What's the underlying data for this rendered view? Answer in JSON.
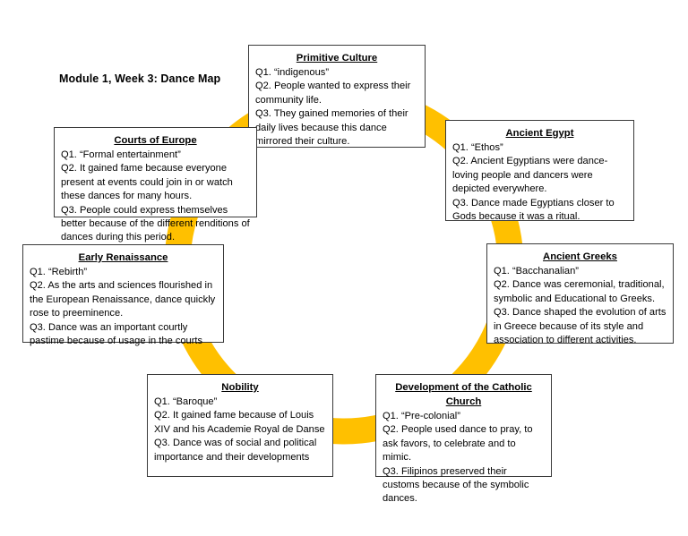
{
  "document": {
    "title": "Module 1, Week 3: Dance Map"
  },
  "diagram": {
    "type": "cycle-diagram",
    "ring_color": "#FFC000",
    "box_fill": "#FFFFFF",
    "box_border_color": "#3A3A3A",
    "text_color": "#000000",
    "node_count": 7,
    "nodes": [
      {
        "id": "primitive-culture",
        "title": "Primitive Culture",
        "body": "Q1. “indigenous”\nQ2. People wanted to express their community life.\nQ3. They gained memories of their daily lives because this dance mirrored their culture."
      },
      {
        "id": "ancient-egypt",
        "title": "Ancient Egypt",
        "body": "Q1.  “Ethos”\nQ2. Ancient Egyptians were dance-loving people and dancers were depicted everywhere.\nQ3. Dance made Egyptians closer to Gods because it was a ritual."
      },
      {
        "id": "ancient-greeks",
        "title": "Ancient Greeks",
        "body": "Q1. “Bacchanalian”\nQ2. Dance was ceremonial, traditional, symbolic and Educational to Greeks.\nQ3. Dance shaped the evolution of arts in Greece because of its style and association to different activities."
      },
      {
        "id": "catholic-church",
        "title": "Development of the Catholic Church",
        "body": "Q1. “Pre-colonial”\nQ2. People used dance to pray, to ask favors, to celebrate and to mimic.\nQ3. Filipinos preserved their customs because of the symbolic dances."
      },
      {
        "id": "nobility",
        "title": "Nobility",
        "body": "Q1. “Baroque”\nQ2. It gained fame because of Louis XIV and his Academie Royal de Danse\nQ3. Dance was of social and political importance and their developments"
      },
      {
        "id": "early-renaissance",
        "title": "Early Renaissance",
        "body": "Q1. “Rebirth”\nQ2. As the arts and sciences flourished in the European Renaissance, dance quickly rose to preeminence.\nQ3. Dance was an important courtly pastime because of usage in the courts"
      },
      {
        "id": "courts-of-europe",
        "title": "Courts of Europe",
        "body": "Q1. “Formal entertainment”\nQ2. It gained fame because everyone present at events could join in or watch these dances for many hours.\nQ3. People could express themselves better because of the different renditions of dances during this period."
      }
    ]
  }
}
